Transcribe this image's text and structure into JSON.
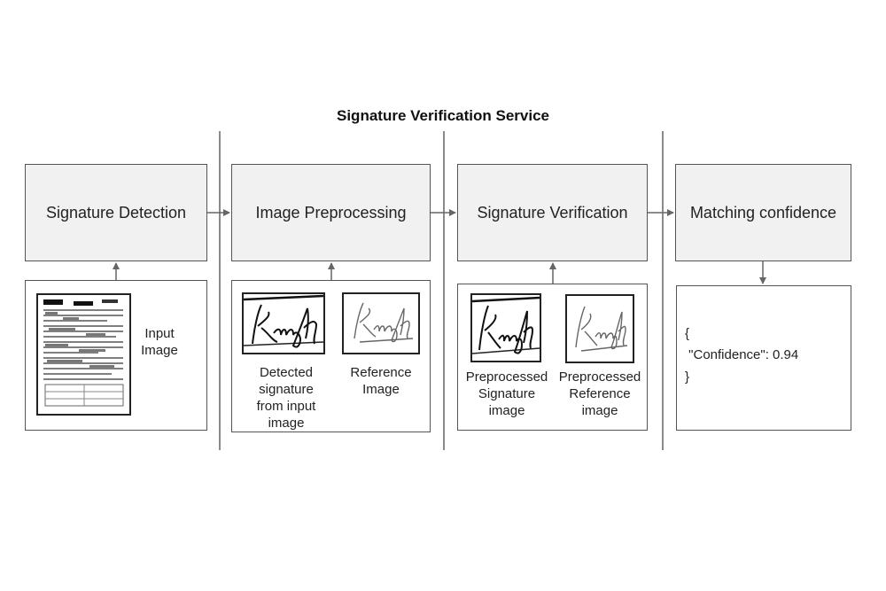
{
  "title": "Signature Verification Service",
  "stages": {
    "detection": "Signature Detection",
    "preprocessing": "Image Preprocessing",
    "verification": "Signature Verification",
    "confidence": "Matching confidence"
  },
  "inputs": {
    "input_image": "Input\nImage",
    "detected_signature": "Detected\nsignature\nfrom input\nimage",
    "reference_image": "Reference\nImage",
    "preprocessed_signature": "Preprocessed\nSignature\nimage",
    "preprocessed_reference": "Preprocessed\nReference\nimage"
  },
  "output": {
    "open_brace": "{",
    "line": " \"Confidence\": 0.94",
    "close_brace": "}"
  },
  "colors": {
    "stage_fill": "#f1f1f1",
    "border": "#555555",
    "arrow": "#666666",
    "divider": "#8a8a8a"
  }
}
